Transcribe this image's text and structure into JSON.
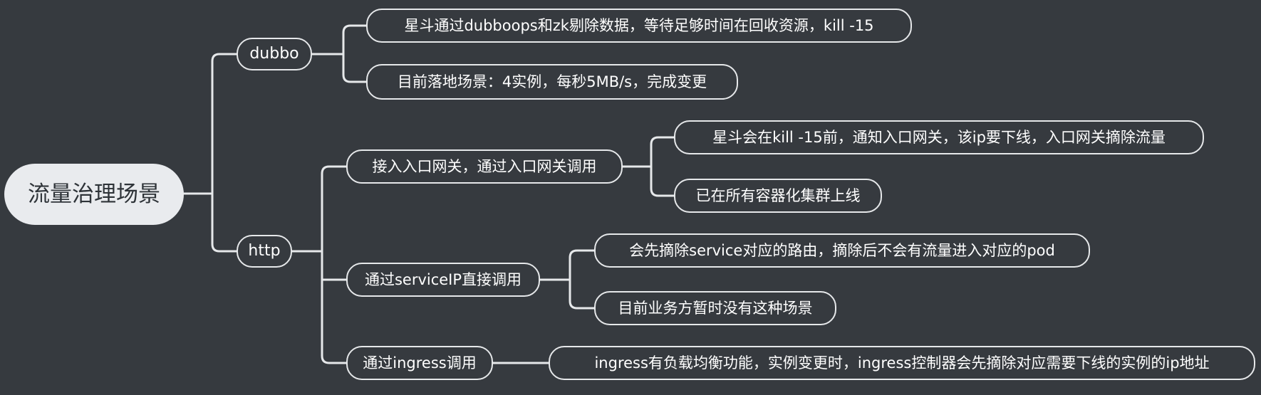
{
  "mindmap": {
    "root": "流量治理场景",
    "branches": [
      {
        "label": "dubbo",
        "children": [
          {
            "label": "星斗通过dubboops和zk剔除数据，等待足够时间在回收资源，kill -15"
          },
          {
            "label": "目前落地场景：4实例，每秒5MB/s，完成变更"
          }
        ]
      },
      {
        "label": "http",
        "children": [
          {
            "label": "接入入口网关，通过入口网关调用",
            "children": [
              {
                "label": "星斗会在kill -15前，通知入口网关，该ip要下线，入口网关摘除流量"
              },
              {
                "label": "已在所有容器化集群上线"
              }
            ]
          },
          {
            "label": "通过serviceIP直接调用",
            "children": [
              {
                "label": "会先摘除service对应的路由，摘除后不会有流量进入对应的pod"
              },
              {
                "label": "目前业务方暂时没有这种场景"
              }
            ]
          },
          {
            "label": "通过ingress调用",
            "children": [
              {
                "label": "ingress有负载均衡功能，实例变更时，ingress控制器会先摘除对应需要下线的实例的ip地址"
              }
            ]
          }
        ]
      }
    ]
  },
  "colors": {
    "background": "#363a3f",
    "line": "#e6e8ea",
    "node_border": "#e6e8ea",
    "node_text": "#ffffff",
    "root_fill": "#e9ebee",
    "root_text": "#2e3338"
  }
}
